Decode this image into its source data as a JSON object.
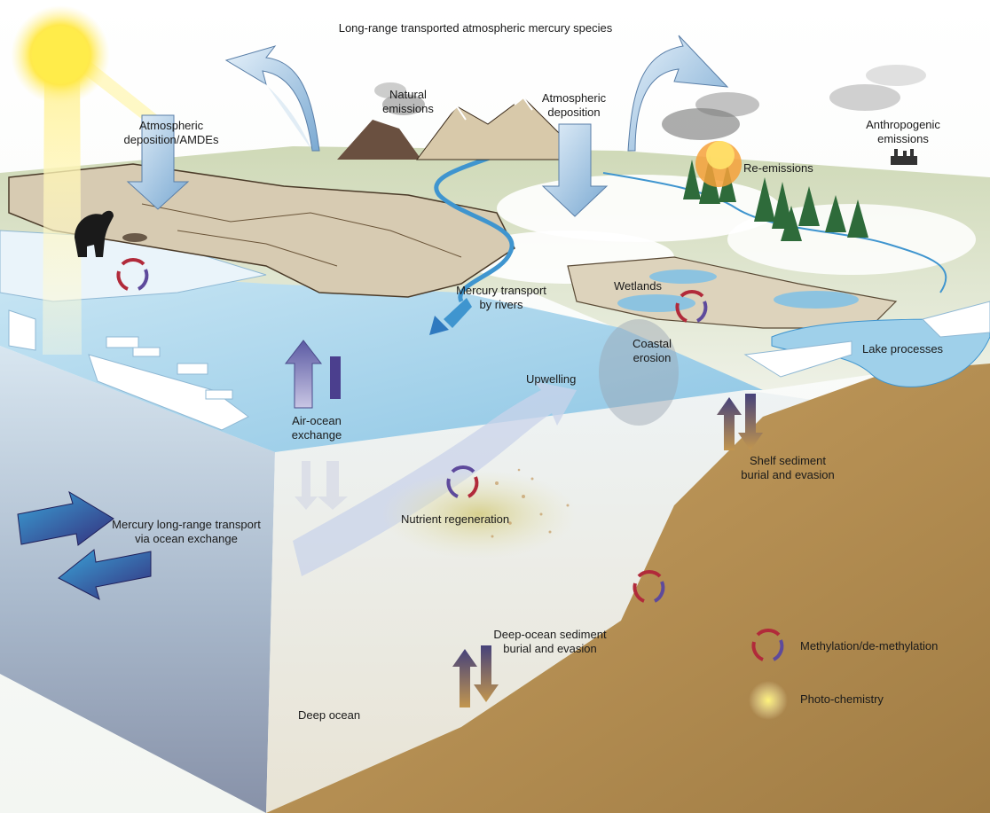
{
  "labels": {
    "long_range_atmospheric": "Long-range transported atmospheric mercury species",
    "natural_emissions_1": "Natural",
    "natural_emissions_2": "emissions",
    "atm_deposition_1": "Atmospheric",
    "atm_deposition_2": "deposition",
    "atm_deposition_amdes_1": "Atmospheric",
    "atm_deposition_amdes_2": "deposition/AMDEs",
    "anthropogenic_1": "Anthropogenic",
    "anthropogenic_2": "emissions",
    "re_emissions": "Re-emissions",
    "wetlands": "Wetlands",
    "rivers_1": "Mercury transport",
    "rivers_2": "by rivers",
    "coastal_1": "Coastal",
    "coastal_2": "erosion",
    "lake_processes": "Lake processes",
    "upwelling": "Upwelling",
    "air_ocean_1": "Air-ocean",
    "air_ocean_2": "exchange",
    "shelf_1": "Shelf sediment",
    "shelf_2": "burial and evasion",
    "nutrient": "Nutrient regeneration",
    "ocean_transport_1": "Mercury long-range transport",
    "ocean_transport_2": "via ocean exchange",
    "deep_sed_1": "Deep-ocean sediment",
    "deep_sed_2": "burial and evasion",
    "deep_ocean": "Deep ocean"
  },
  "legend": {
    "methylation": "Methylation/de-methylation",
    "photochemistry": "Photo-chemistry"
  },
  "colors": {
    "ocean_surface": "#9fd0ea",
    "sea_floor": "#b08a4e",
    "methyl_red": "#b12a3a",
    "methyl_purple": "#5e4a9c",
    "sun": "#fff36a"
  }
}
